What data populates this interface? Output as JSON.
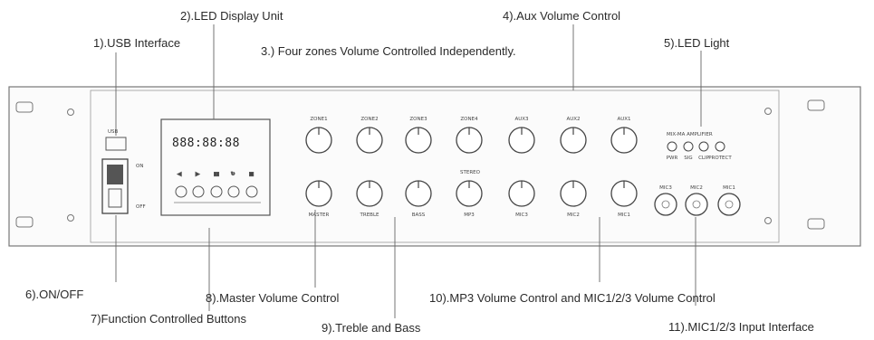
{
  "callouts": {
    "usb": "1).USB Interface",
    "led_display": "2).LED Display Unit",
    "four_zones": "3.) Four zones Volume Controlled Independently.",
    "aux": "4).Aux Volume Control",
    "led_light": "5).LED Light",
    "onoff": "6).ON/OFF",
    "function_buttons": "7)Function Controlled Buttons",
    "master": "8).Master Volume Control",
    "treble_bass": "9).Treble and Bass",
    "mp3_mic": "10).MP3 Volume Control and MIC1/2/3 Volume Control",
    "mic_input": "11).MIC1/2/3 Input Interface"
  },
  "panel": {
    "usb_label": "USB",
    "switch_on": "ON",
    "switch_off": "OFF",
    "display_text": "888:88:88",
    "indicator_title": "MIX-MA AMPLIFIER",
    "indicator_labels": [
      "PWR",
      "SIG",
      "CLIP",
      "PROTECT"
    ],
    "top_knob_labels": [
      "ZONE1",
      "ZONE2",
      "ZONE3",
      "ZONE4",
      "AUX3",
      "AUX2",
      "AUX1"
    ],
    "bottom_knob_labels": [
      "MASTER",
      "TREBLE",
      "BASS",
      "MP3",
      "MIC3",
      "MIC2",
      "MIC1"
    ],
    "stereo_label": "STEREO",
    "mic_jack_labels": [
      "MIC3",
      "MIC2",
      "MIC1"
    ]
  }
}
